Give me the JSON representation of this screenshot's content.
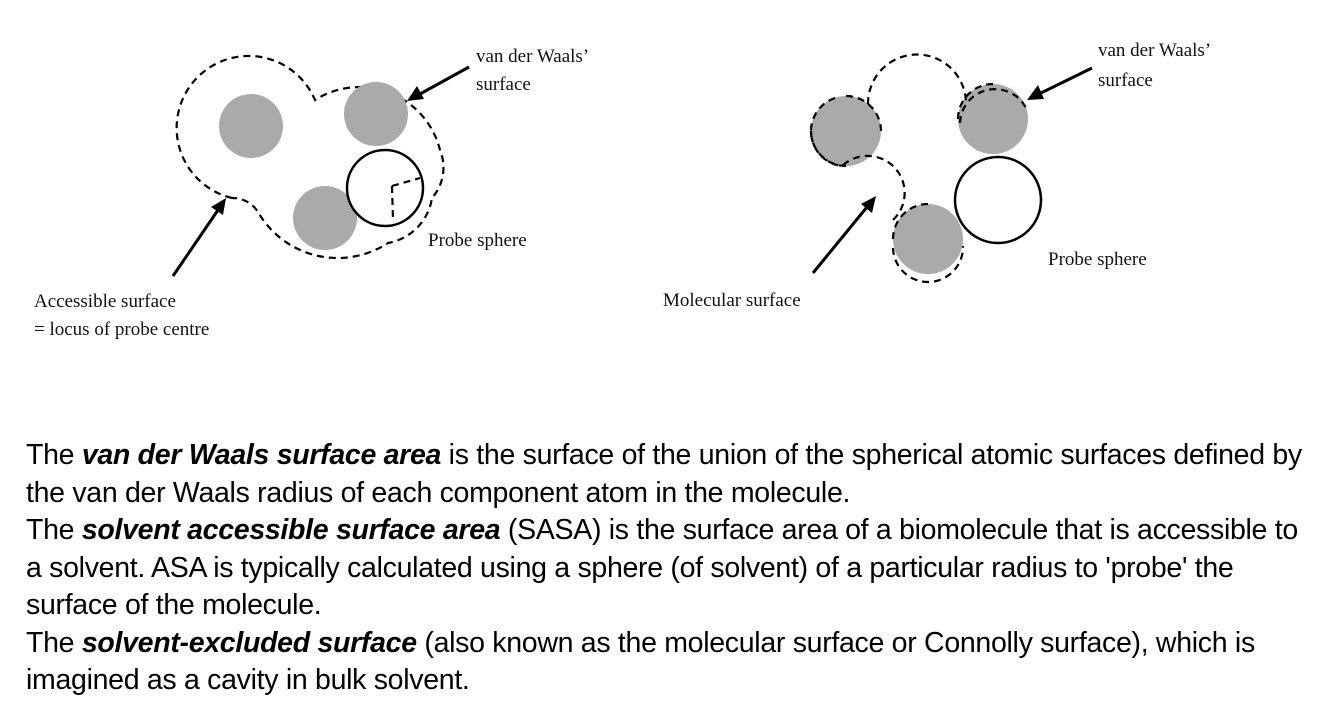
{
  "left_diagram": {
    "vdw_label_line1": "van der Waals’",
    "vdw_label_line2": "surface",
    "probe_label": "Probe sphere",
    "accessible_line1": "Accessible surface",
    "accessible_line2": "= locus of probe centre"
  },
  "right_diagram": {
    "vdw_label_line1": "van der Waals’",
    "vdw_label_line2": "surface",
    "probe_label": "Probe sphere",
    "molecular_label": "Molecular surface"
  },
  "paragraphs": [
    {
      "prefix": "The ",
      "term": "van der Waals surface area",
      "rest": " is  the surface of the union of the spherical atomic surfaces defined by the van der Waals radius of each component atom in the molecule."
    },
    {
      "prefix": "The ",
      "term": "solvent accessible surface area",
      "rest": " (SASA) is the surface area of a biomolecule that is accessible to a solvent. ASA is typically calculated using a sphere (of solvent) of a particular radius to 'probe' the surface of the molecule."
    },
    {
      "prefix": "The ",
      "term": "solvent-excluded surface",
      "rest": " (also known as the molecular surface or Connolly surface), which is imagined as a cavity in bulk solvent."
    }
  ],
  "colors": {
    "atom": "#aaaaaa",
    "line": "#000000",
    "background": "#ffffff"
  }
}
